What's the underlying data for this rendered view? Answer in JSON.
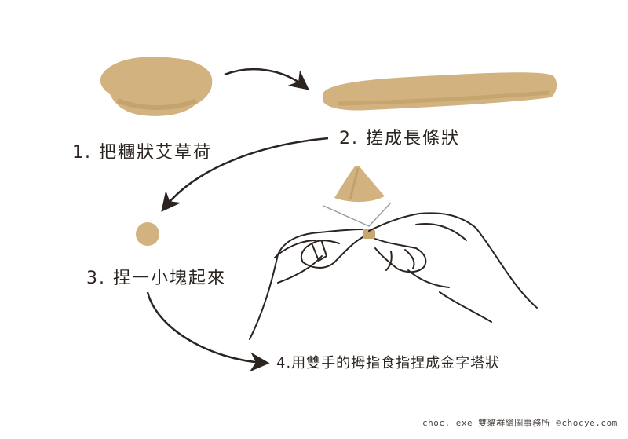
{
  "steps": {
    "step1": "1. 把糰狀艾草荷",
    "step2": "2. 搓成長條狀",
    "step3": "3. 捏一小塊起來",
    "step4": "4.用雙手的拇指食指捏成金字塔狀"
  },
  "credit": "choc. exe 雙貓群繪圖事務所 ©chocye.com",
  "colors": {
    "dough": "#d2b27f",
    "dough_shadow": "#b9975f",
    "ink": "#2b2420",
    "background": "#ffffff"
  }
}
